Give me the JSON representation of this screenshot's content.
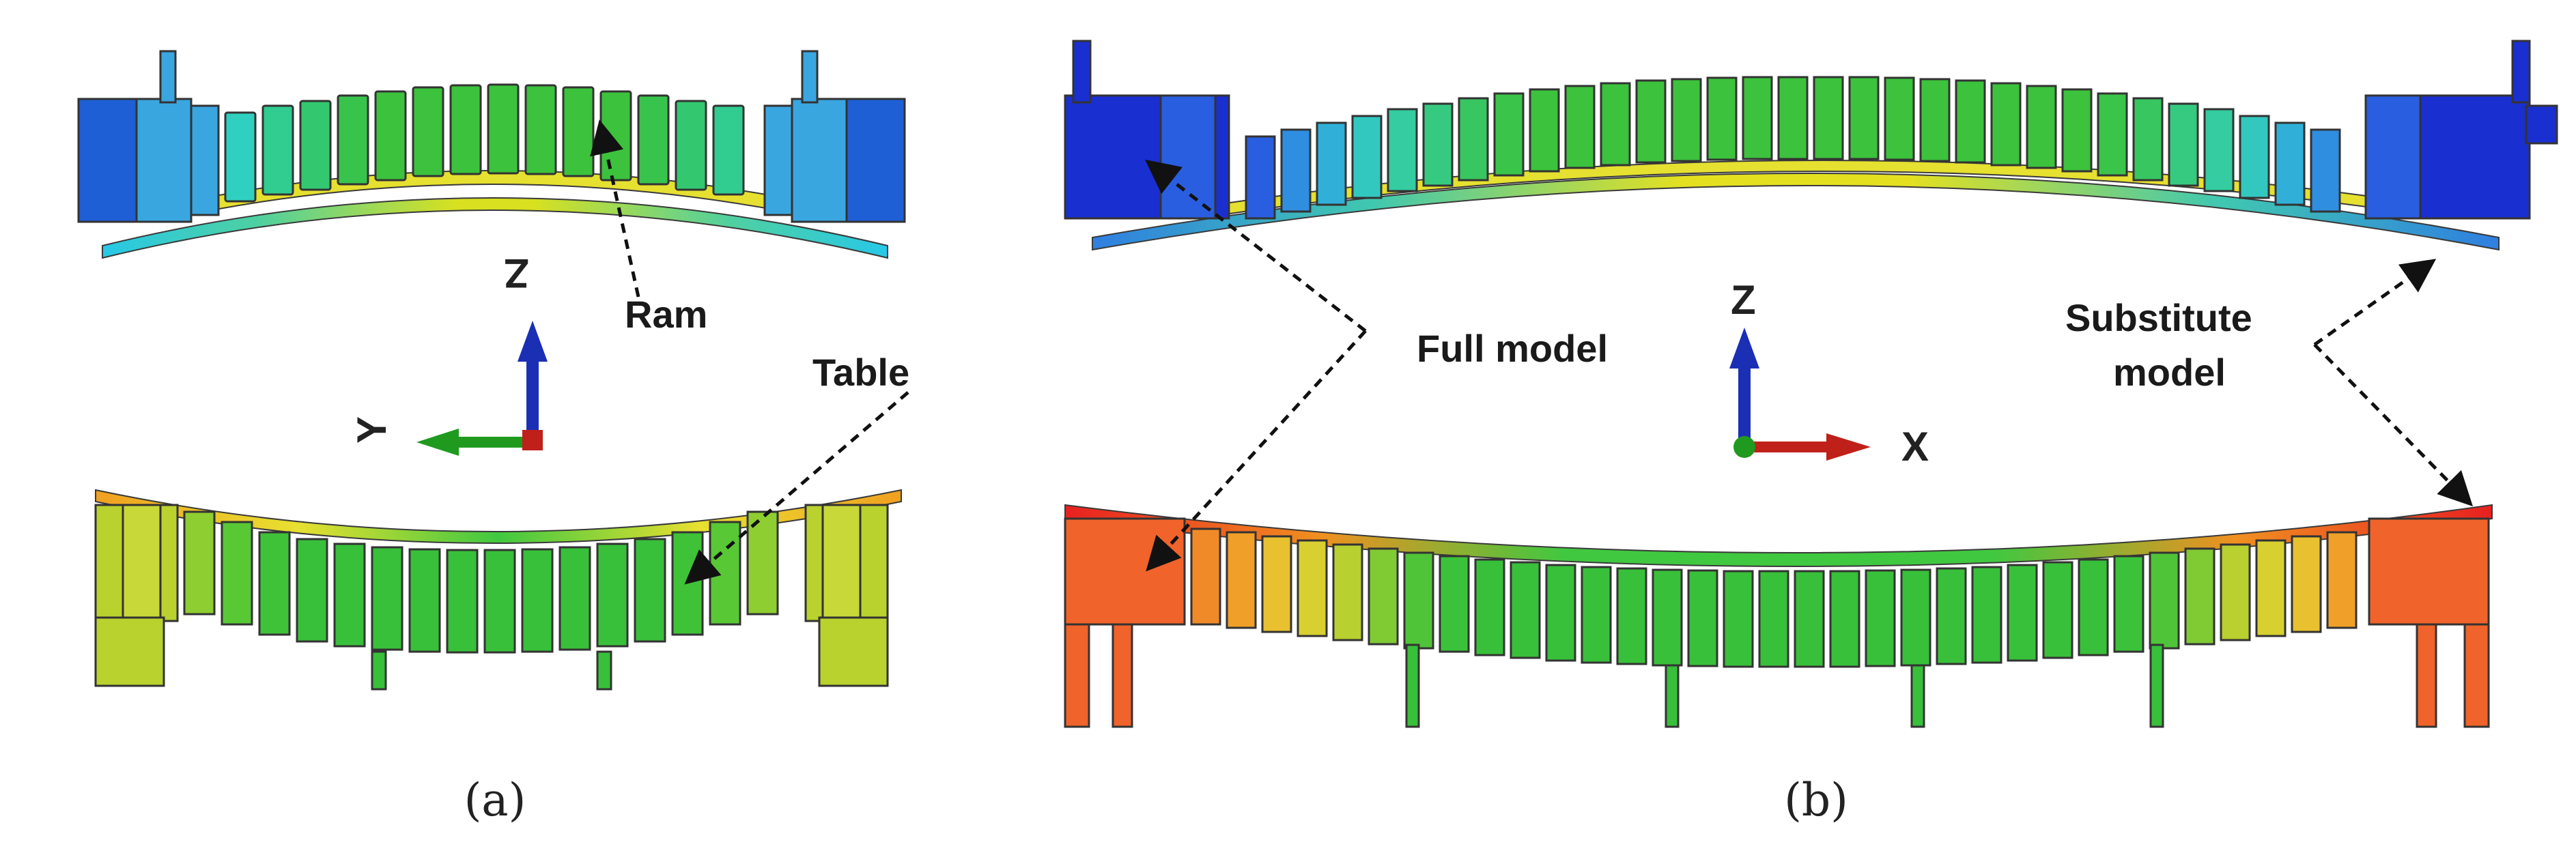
{
  "panel_a": {
    "caption": "(a)",
    "labels": {
      "ram": "Ram",
      "table": "Table"
    },
    "axes": {
      "vertical": "Z",
      "horizontal": "Y"
    }
  },
  "panel_b": {
    "caption": "(b)",
    "labels": {
      "full_model": "Full model",
      "substitute_line1": "Substitute",
      "substitute_line2": "model"
    },
    "axes": {
      "vertical": "Z",
      "horizontal": "X"
    }
  },
  "colors": {
    "ram_end_dark": "#1f4fd0",
    "ram_end_light": "#3aa6e0",
    "ram_blocks": "#3cbf3c",
    "table_blocks": "#37c03a",
    "table_end_a": "#b9d22e",
    "table_end_b": "#f0632a",
    "axis_z": "#1b2fb5",
    "axis_horizontal": "#1f9a1f",
    "axis_x": "#c0201a",
    "outline": "#3a3a3a"
  }
}
